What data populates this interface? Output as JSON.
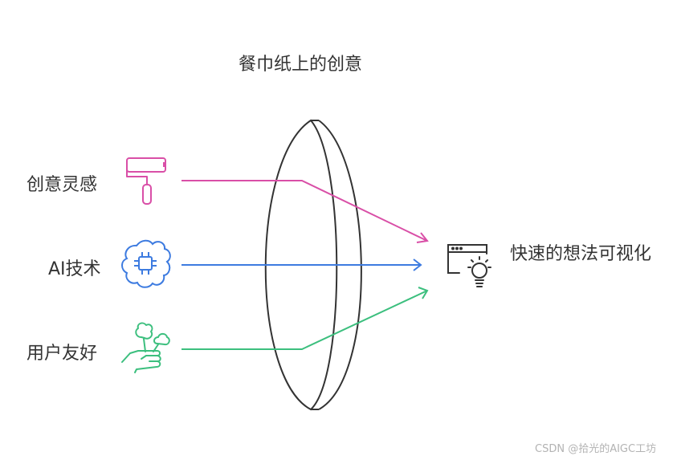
{
  "title": "餐巾纸上的创意",
  "inputs": [
    {
      "label": "创意灵感",
      "icon": "paint-roller-icon",
      "color": "#d94fa7"
    },
    {
      "label": "AI技术",
      "icon": "ai-chip-brain-icon",
      "color": "#3d7be0"
    },
    {
      "label": "用户友好",
      "icon": "hand-plant-icon",
      "color": "#3cbf7e"
    }
  ],
  "output": {
    "label": "快速的想法可视化",
    "icon": "browser-lightbulb-icon"
  },
  "lens_color": "#333333",
  "watermark": "CSDN @拾光的AIGC工坊"
}
